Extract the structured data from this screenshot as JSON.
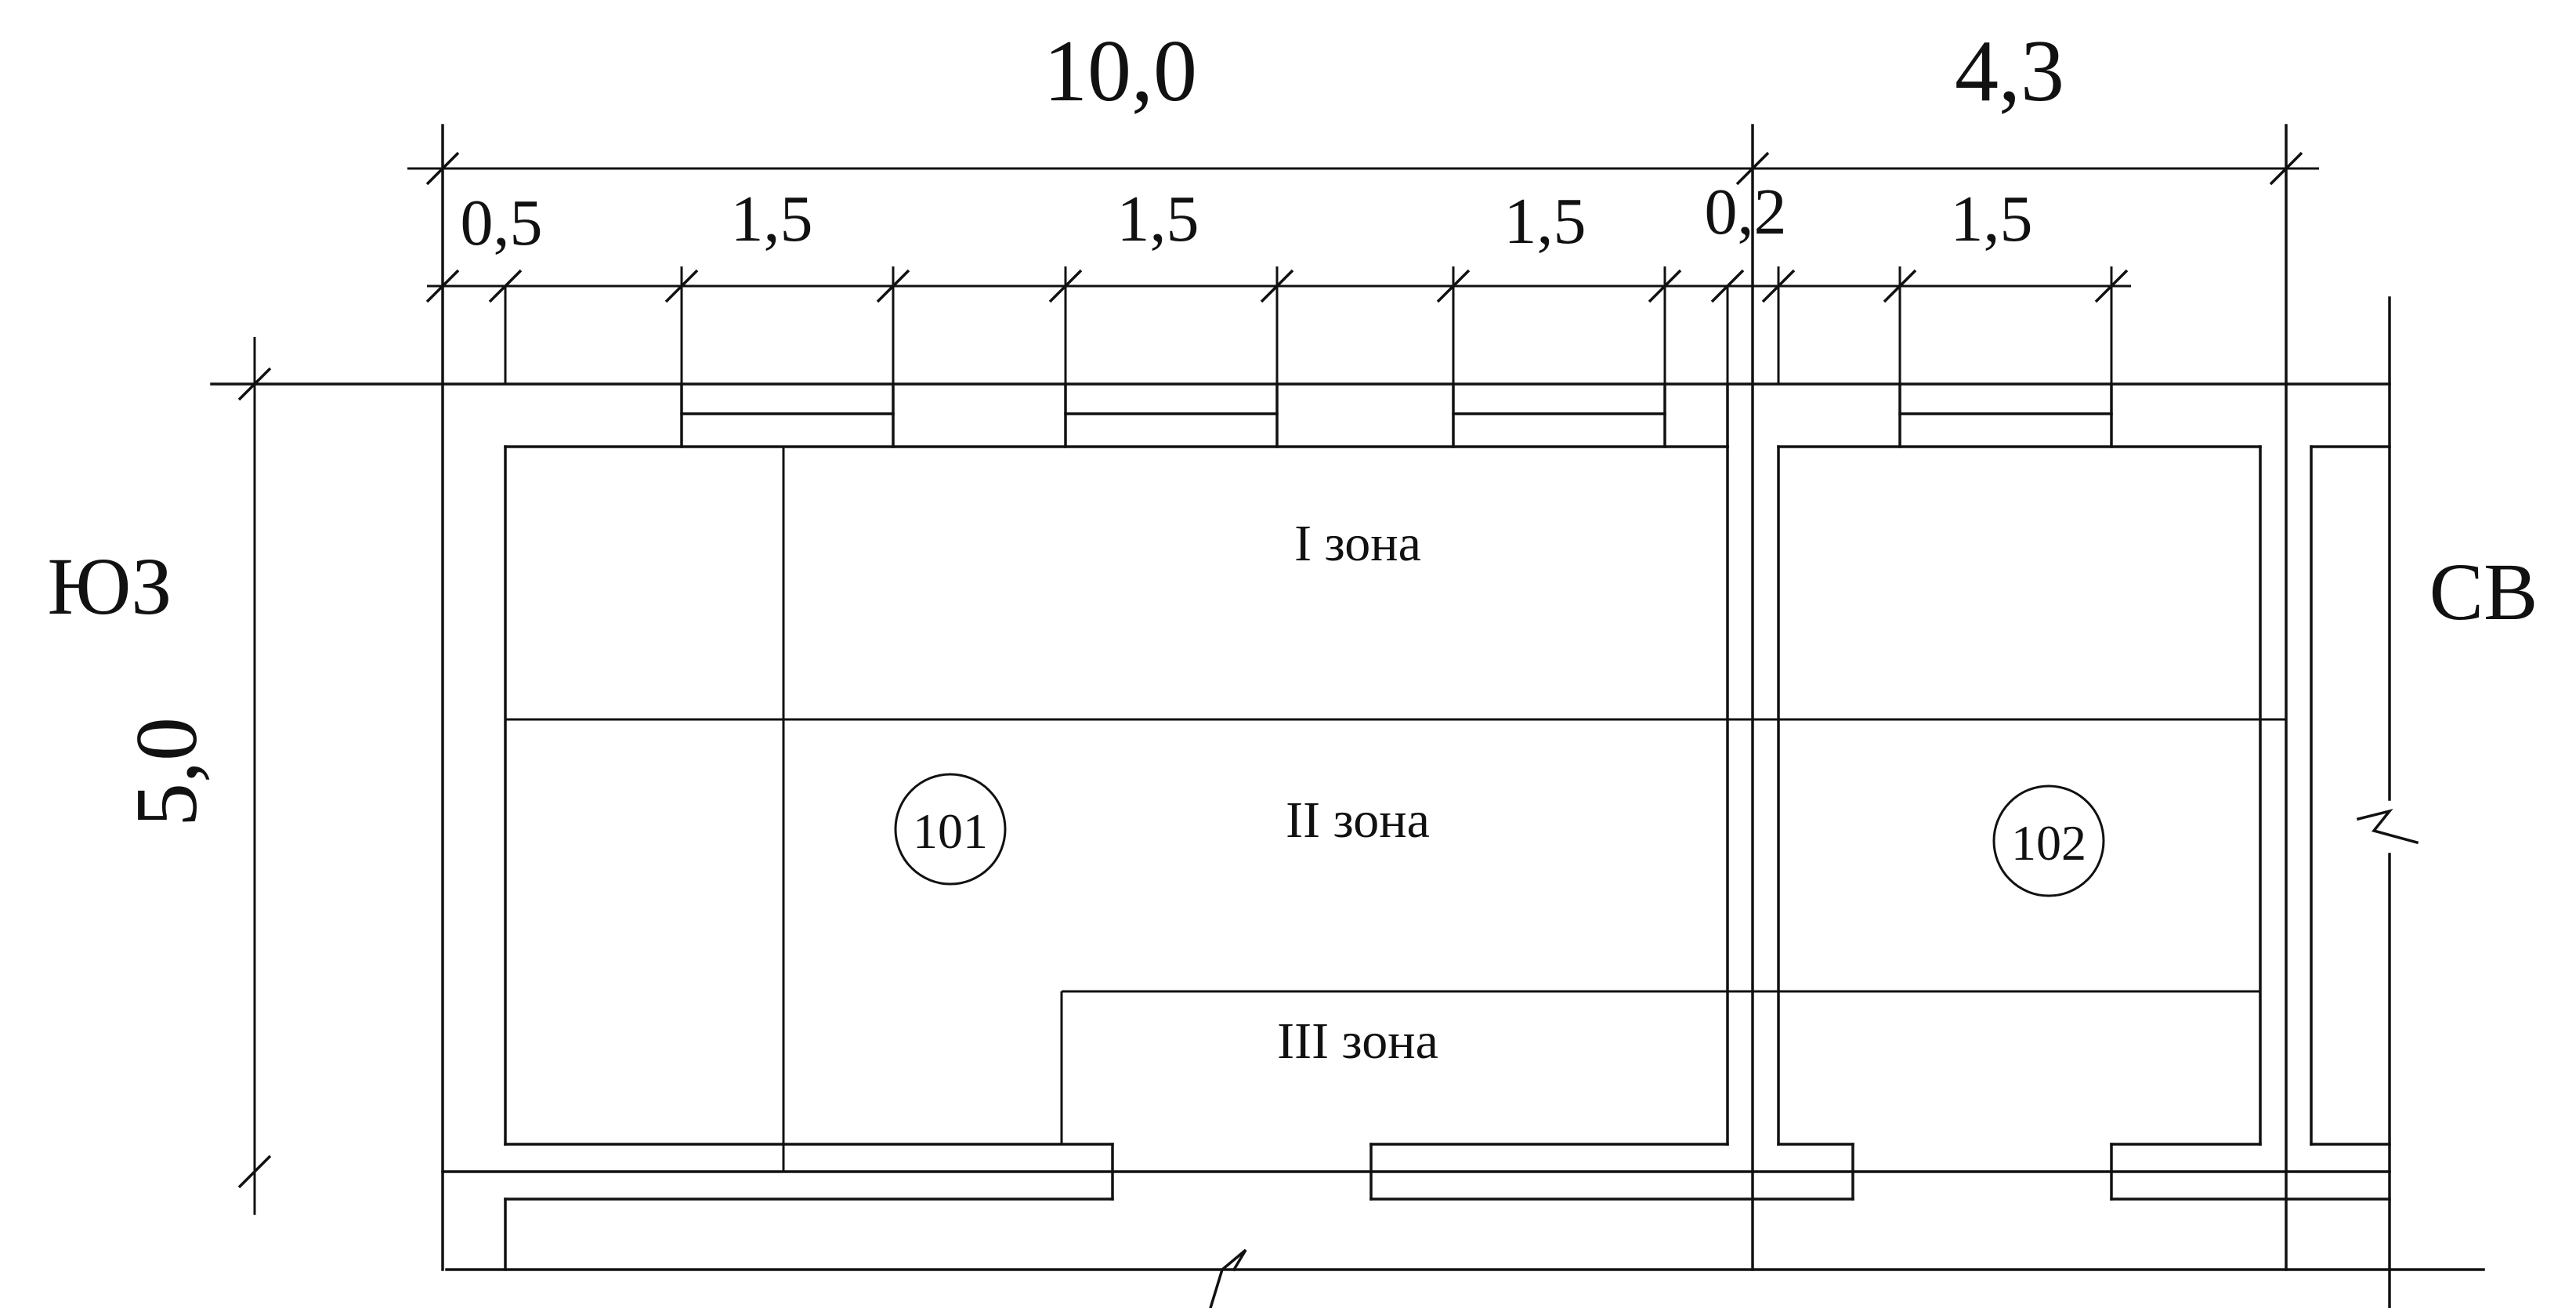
{
  "overall_dims": {
    "left_span": "10,0",
    "right_span": "4,3",
    "height": "5,0"
  },
  "openings": {
    "d1": "0,5",
    "d2": "1,5",
    "d3": "1,5",
    "d4": "1,5",
    "d5": "0,2",
    "d6": "1,5"
  },
  "orientation": {
    "left": "ЮЗ",
    "right": "СВ"
  },
  "zones": {
    "z1": "I зона",
    "z2": "II зона",
    "z3": "III зона"
  },
  "rooms": {
    "r1": "101",
    "r2": "102"
  }
}
